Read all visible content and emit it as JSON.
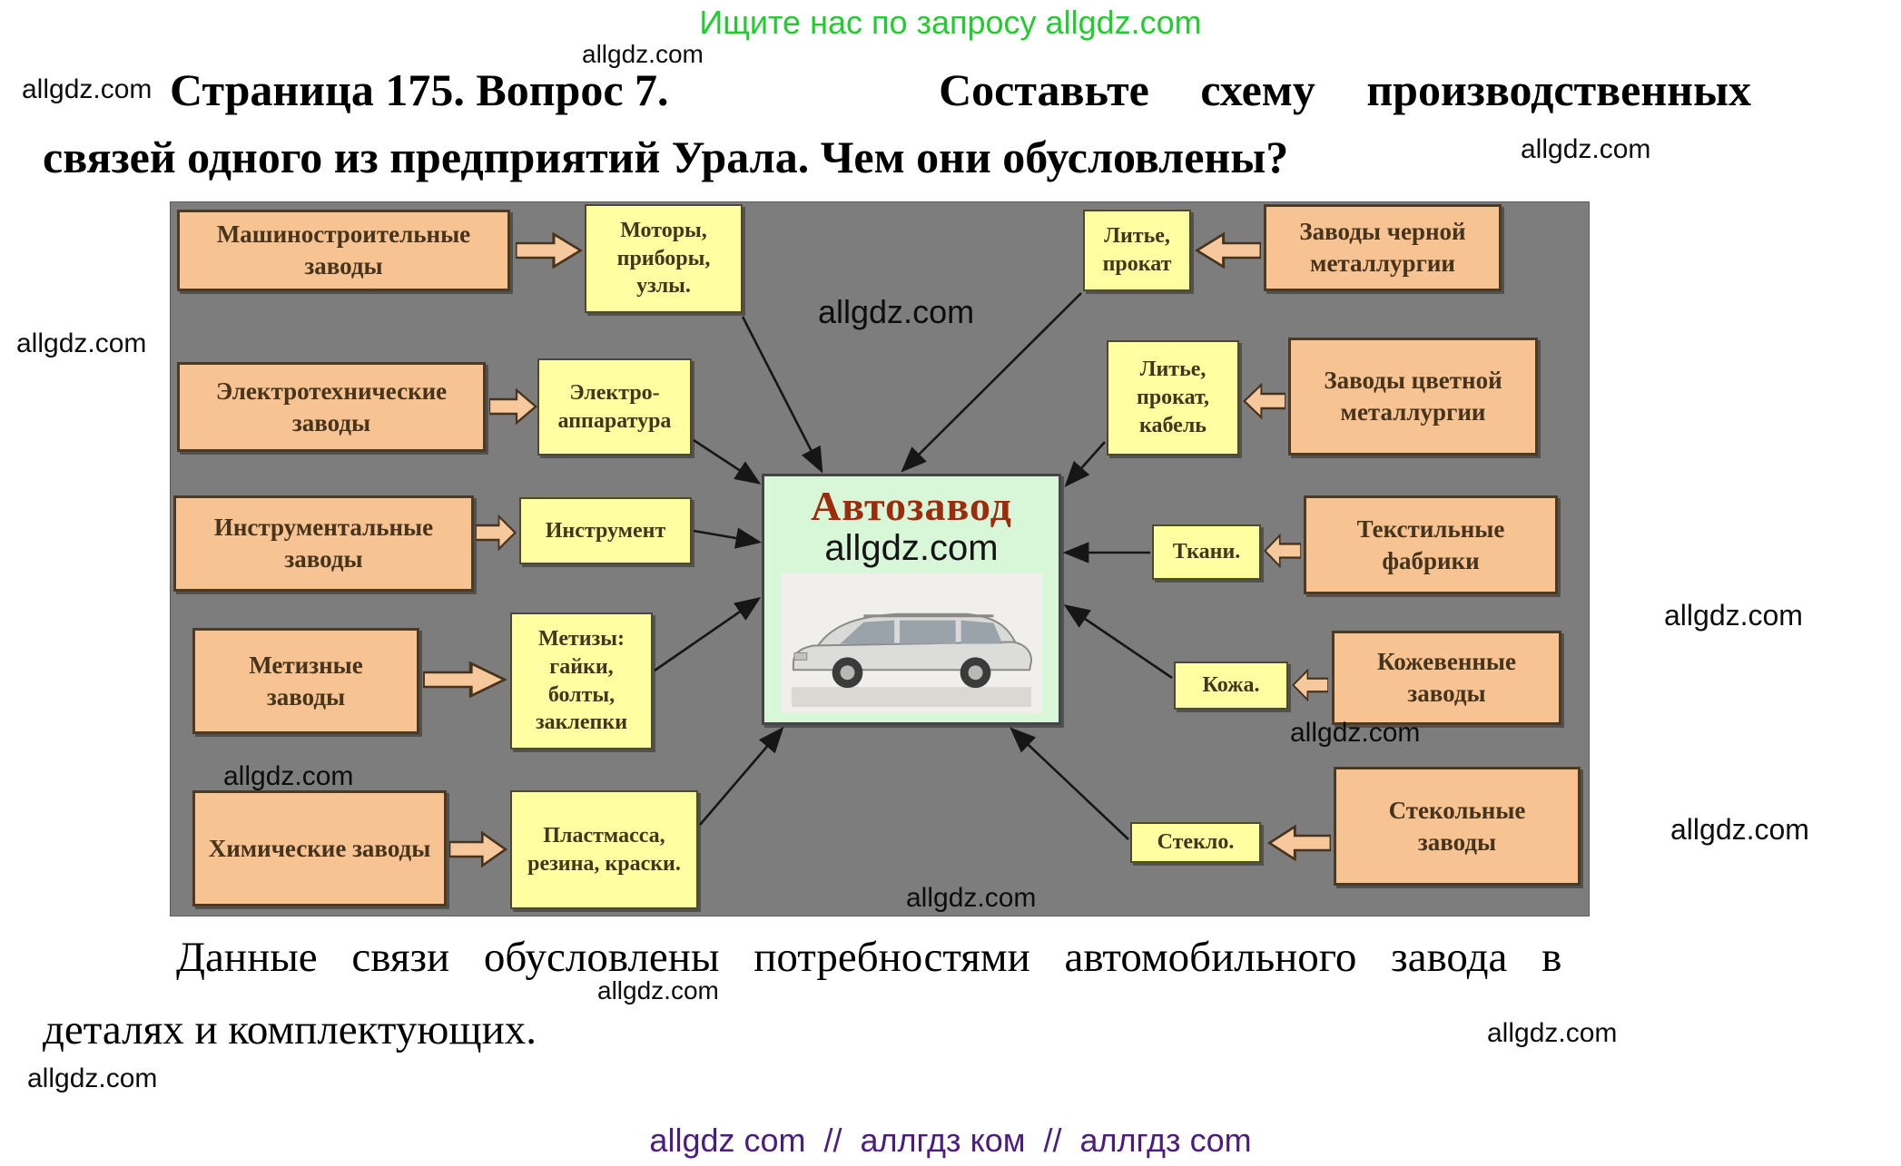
{
  "promo_banner": {
    "text": "Ищите нас по запросу allgdz.com",
    "color": "#22cc2e"
  },
  "watermark": {
    "text": "allgdz.com"
  },
  "title": {
    "part1": "Страница 175. Вопрос 7.",
    "part2": "Составьте схему производственных",
    "line2": "связей одного из предприятий Урала. Чем они обусловлены?"
  },
  "diagram": {
    "background_color": "#7d7d7d",
    "center": {
      "title": "Автозавод"
    },
    "left_rows": [
      {
        "source": "Машиностроительные заводы",
        "product": "Моторы, приборы, узлы."
      },
      {
        "source": "Электротехнические заводы",
        "product": "Электро-аппаратура"
      },
      {
        "source": "Инструментальные заводы",
        "product": "Инструмент"
      },
      {
        "source": "Метизные заводы",
        "product": "Метизы: гайки, болты, заклепки"
      },
      {
        "source": "Химические заводы",
        "product": "Пластмасса, резина, краски."
      }
    ],
    "right_rows": [
      {
        "source": "Заводы черной металлургии",
        "product": "Литье, прокат"
      },
      {
        "source": "Заводы цветной металлургии",
        "product": "Литье, прокат, кабель"
      },
      {
        "source": "Текстильные фабрики",
        "product": "Ткани."
      },
      {
        "source": "Кожевенные заводы",
        "product": "Кожа."
      },
      {
        "source": "Стекольные заводы",
        "product": "Стекло."
      }
    ],
    "colors": {
      "source_box": "#f7c392",
      "product_box": "#ffffa2",
      "center_box": "#d8f6d8",
      "center_title": "#9b2c0e"
    }
  },
  "answer": {
    "line1": "Данные связи обусловлены потребностями автомобильного завода в",
    "line2": "деталях и комплектующих."
  },
  "footer": {
    "text": "allgdz com  //  аллгдз ком  //  аллгдз com",
    "color": "#4a1d7e"
  }
}
